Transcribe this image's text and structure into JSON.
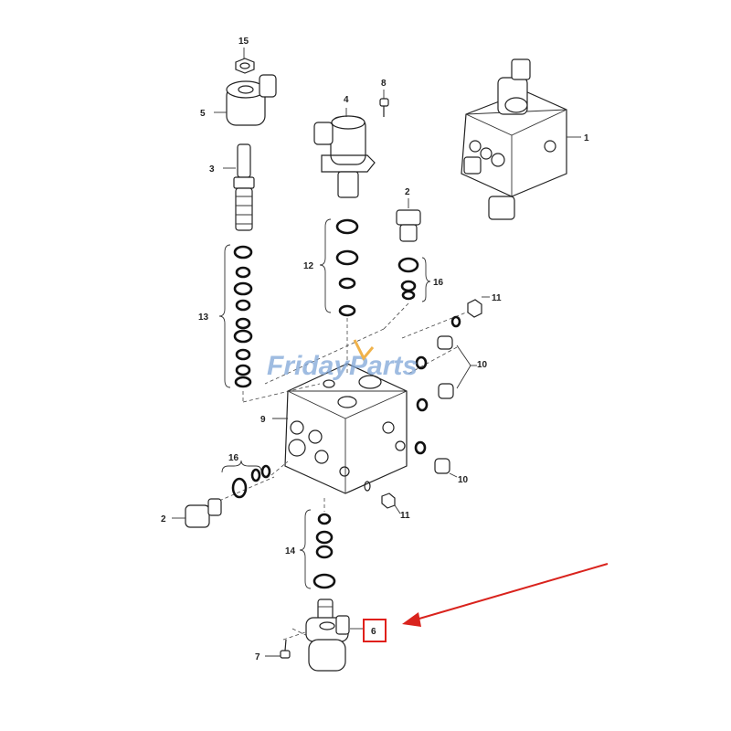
{
  "watermark": "FridayParts",
  "callouts": {
    "c1": "1",
    "c2a": "2",
    "c2b": "2",
    "c3": "3",
    "c4": "4",
    "c5": "5",
    "c6": "6",
    "c7": "7",
    "c8": "8",
    "c9": "9",
    "c10a": "10",
    "c10b": "10",
    "c11a": "11",
    "c11b": "11",
    "c12": "12",
    "c13": "13",
    "c14": "14",
    "c15": "15",
    "c16a": "16",
    "c16b": "16"
  },
  "highlight": {
    "label": "6",
    "color": "#e0201a"
  },
  "colors": {
    "line": "#222222",
    "arrow": "#d9231d",
    "watermark": "#7fa6d8"
  }
}
